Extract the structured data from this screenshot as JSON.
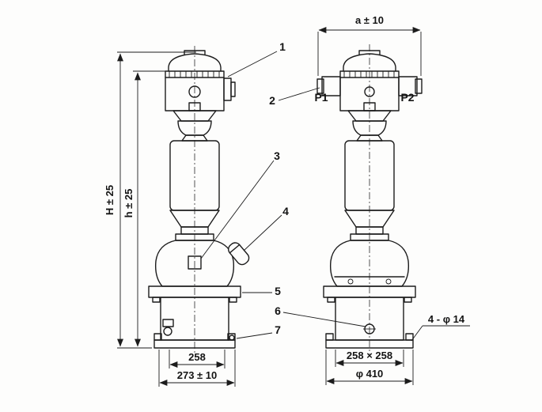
{
  "drawing": {
    "callouts": {
      "n1": "1",
      "n2": "2",
      "n3": "3",
      "n4": "4",
      "n5": "5",
      "n6": "6",
      "n7": "7"
    },
    "terminals": {
      "p1": "P1",
      "p2": "P2"
    },
    "dimensions": {
      "a": "a ± 10",
      "H": "H ± 25",
      "h": "h ± 25",
      "base_pitch": "258",
      "base_width": "273 ± 10",
      "plate": "258 × 258",
      "circle": "φ 410",
      "holes": "4 - φ 14"
    },
    "colors": {
      "ink": "#1c1c1c",
      "paper": "#fdfdfc"
    }
  }
}
